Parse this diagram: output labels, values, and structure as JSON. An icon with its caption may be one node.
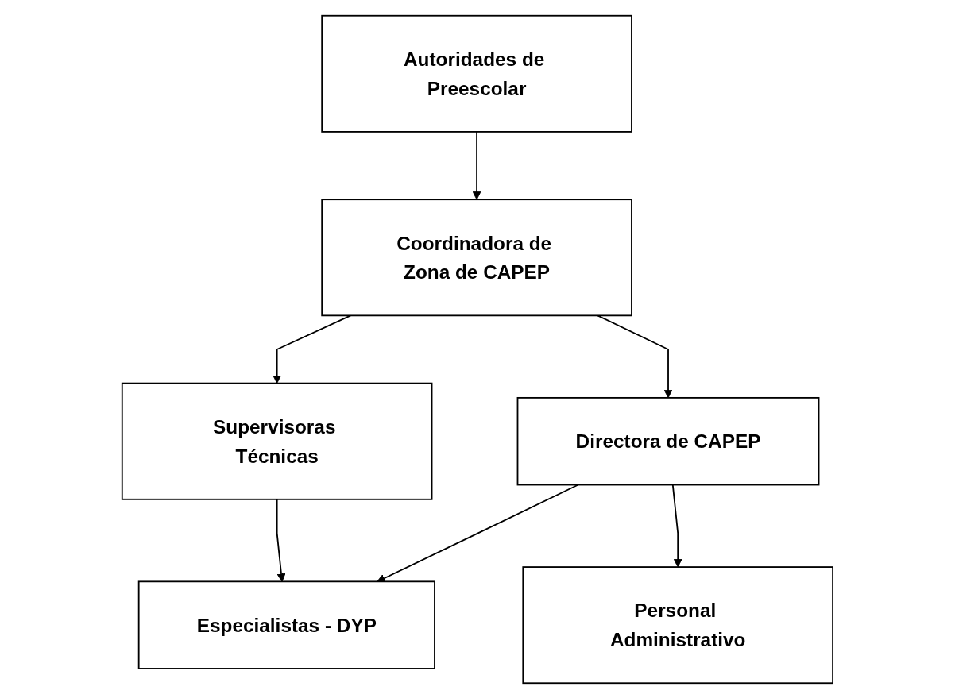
{
  "diagram": {
    "nodes": [
      {
        "text": [
          "Autoridades de Preescolar"
        ]
      },
      {
        "text": [
          "Coordinadora de Zona de CAPEP"
        ]
      },
      {
        "text": [
          "Supervisoras Técnicas"
        ]
      },
      {
        "text": [
          "Directora de CAPEP"
        ]
      },
      {
        "text": [
          "Especialistas - DYP"
        ]
      },
      {
        "text": [
          "Personal Administrativo"
        ]
      }
    ],
    "edges": [
      {
        "from": 0,
        "to": 1,
        "arrow": "to"
      },
      {
        "from": 1,
        "to": 2,
        "arrow": "to"
      },
      {
        "from": 1,
        "to": 3,
        "arrow": "to"
      },
      {
        "from": 2,
        "to": 4,
        "arrow": "to"
      },
      {
        "from": 3,
        "to": 4,
        "arrow": "to"
      },
      {
        "from": 3,
        "to": 5,
        "arrow": "to"
      }
    ]
  }
}
